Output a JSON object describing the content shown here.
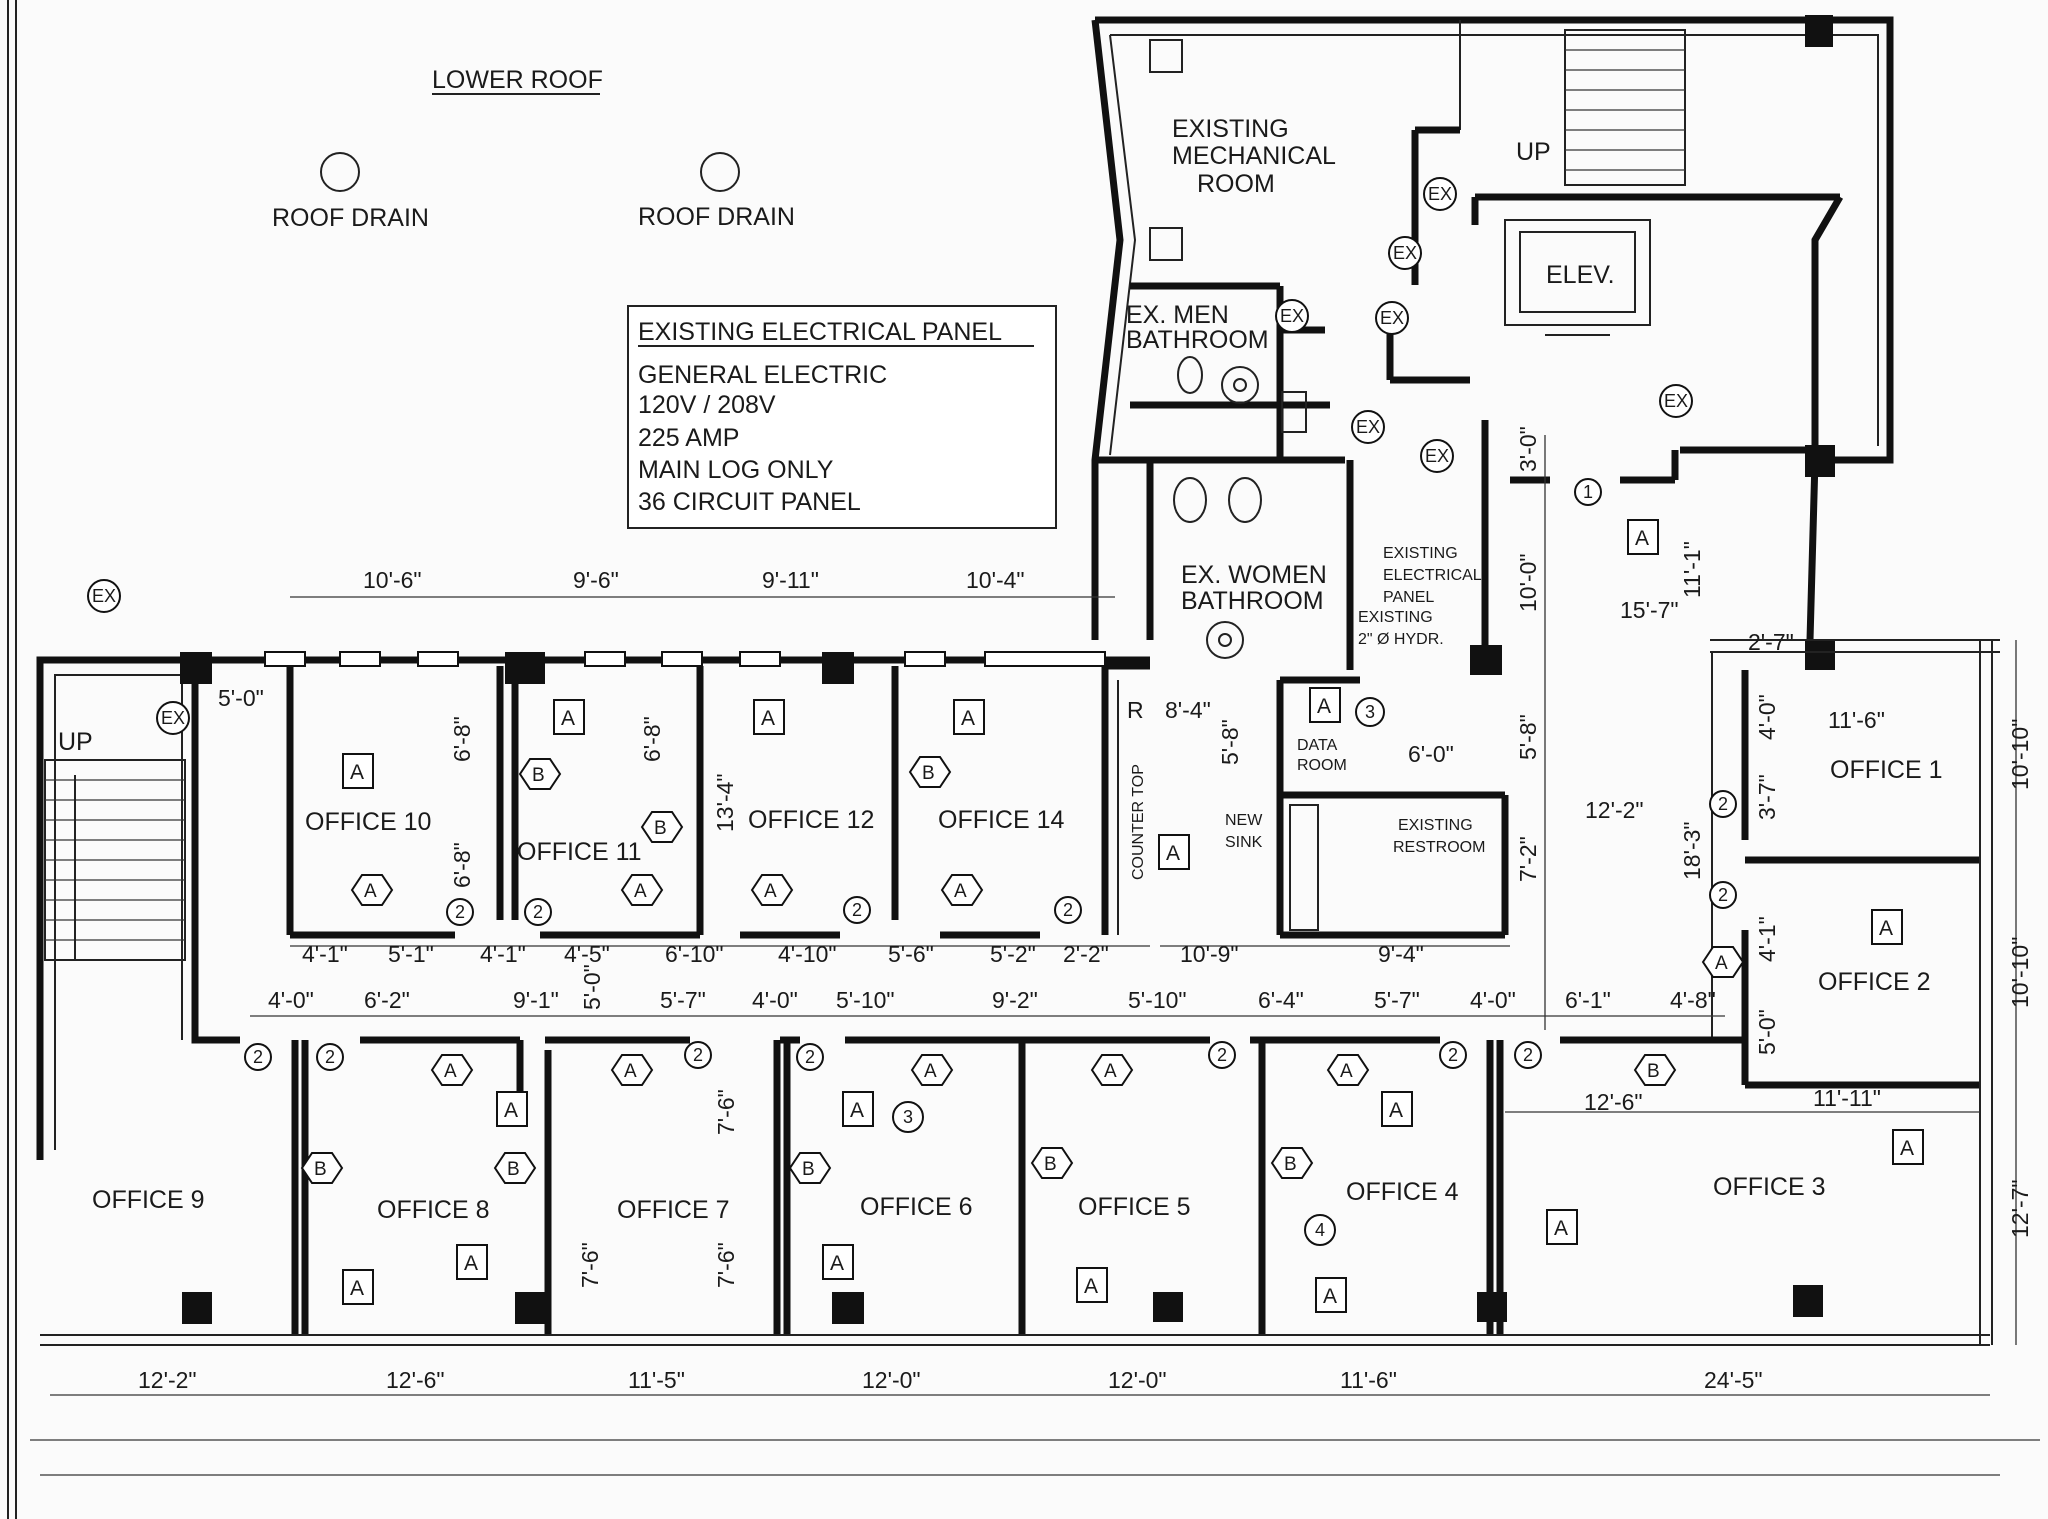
{
  "plan": {
    "lower_roof": "LOWER ROOF",
    "roof_drain": "ROOF DRAIN",
    "panel_box": {
      "title": "EXISTING ELECTRICAL PANEL",
      "lines": [
        "GENERAL ELECTRIC",
        "120V / 208V",
        "225 AMP",
        "MAIN LOG ONLY",
        "36 CIRCUIT PANEL"
      ]
    },
    "rooms": {
      "mech": [
        "EXISTING",
        "MECHANICAL",
        "ROOM"
      ],
      "men": [
        "EX. MEN",
        "BATHROOM"
      ],
      "women": [
        "EX. WOMEN",
        "BATHROOM"
      ],
      "elev": "ELEV.",
      "up": "UP",
      "data": [
        "DATA",
        "ROOM"
      ],
      "sink": [
        "NEW",
        "SINK"
      ],
      "restroom": [
        "EXISTING",
        "RESTROOM"
      ],
      "elec_panel": [
        "EXISTING",
        "ELECTRICAL",
        "PANEL"
      ],
      "hydr": [
        "EXISTING",
        "2\" Ø HYDR."
      ],
      "counter": "COUNTER TOP",
      "r": "R",
      "office_1": "OFFICE 1",
      "office_2": "OFFICE 2",
      "office_3": "OFFICE 3",
      "office_4": "OFFICE 4",
      "office_5": "OFFICE 5",
      "office_6": "OFFICE 6",
      "office_7": "OFFICE 7",
      "office_8": "OFFICE 8",
      "office_9": "OFFICE 9",
      "office_10": "OFFICE 10",
      "office_11": "OFFICE 11",
      "office_12": "OFFICE 12",
      "office_14": "OFFICE 14"
    },
    "symbols": {
      "ex": "EX",
      "a": "A",
      "b": "B",
      "one": "1",
      "two": "2",
      "three": "3",
      "four": "4"
    },
    "dims": {
      "top": [
        "10'-6\"",
        "9'-6\"",
        "9'-11\"",
        "10'-4\""
      ],
      "corr_top": [
        "4'-1\"",
        "5'-1\"",
        "4'-1\"",
        "4'-5\"",
        "6'-10\"",
        "4'-10\"",
        "5'-6\"",
        "5'-2\"",
        "2'-2\"",
        "10'-9\"",
        "9'-4\""
      ],
      "corr_bot": [
        "4'-0\"",
        "6'-2\"",
        "9'-1\"",
        "5'-7\"",
        "4'-0\"",
        "5'-10\"",
        "9'-2\"",
        "5'-10\"",
        "6'-4\"",
        "5'-7\"",
        "4'-0\"",
        "6'-1\"",
        "4'-8\""
      ],
      "bottom": [
        "12'-2\"",
        "12'-6\"",
        "11'-5\"",
        "12'-0\"",
        "12'-0\"",
        "11'-6\"",
        "24'-5\""
      ],
      "right": [
        "10'-10\"",
        "10'-10\"",
        "12'-7\""
      ],
      "misc": {
        "d5_0": "5'-0\"",
        "d6_8a": "6'-8\"",
        "d6_8b": "6'-8\"",
        "d6_8c": "6'-8\"",
        "d13_4": "13'-4\"",
        "d8_4": "8'-4\"",
        "d5_8a": "5'-8\"",
        "d5_8b": "5'-8\"",
        "d6_0": "6'-0\"",
        "d7_2": "7'-2\"",
        "d12_2": "12'-2\"",
        "d18_3": "18'-3\"",
        "d10_0": "10'-0\"",
        "d3_0": "3'-0\"",
        "d11_1": "11'-1\"",
        "d15_7": "15'-7\"",
        "d2_7": "2'-7\"",
        "d11_6": "11'-6\"",
        "d4_0": "4'-0\"",
        "d3_7": "3'-7\"",
        "d4_1": "4'-1\"",
        "d5_0b": "5'-0\"",
        "d11_11": "11'-11\"",
        "d12_6": "12'-6\"",
        "d7_6a": "7'-6\"",
        "d7_6b": "7'-6\"",
        "d7_6c": "7'-6\"",
        "d5_0c": "5'-0\""
      }
    }
  }
}
